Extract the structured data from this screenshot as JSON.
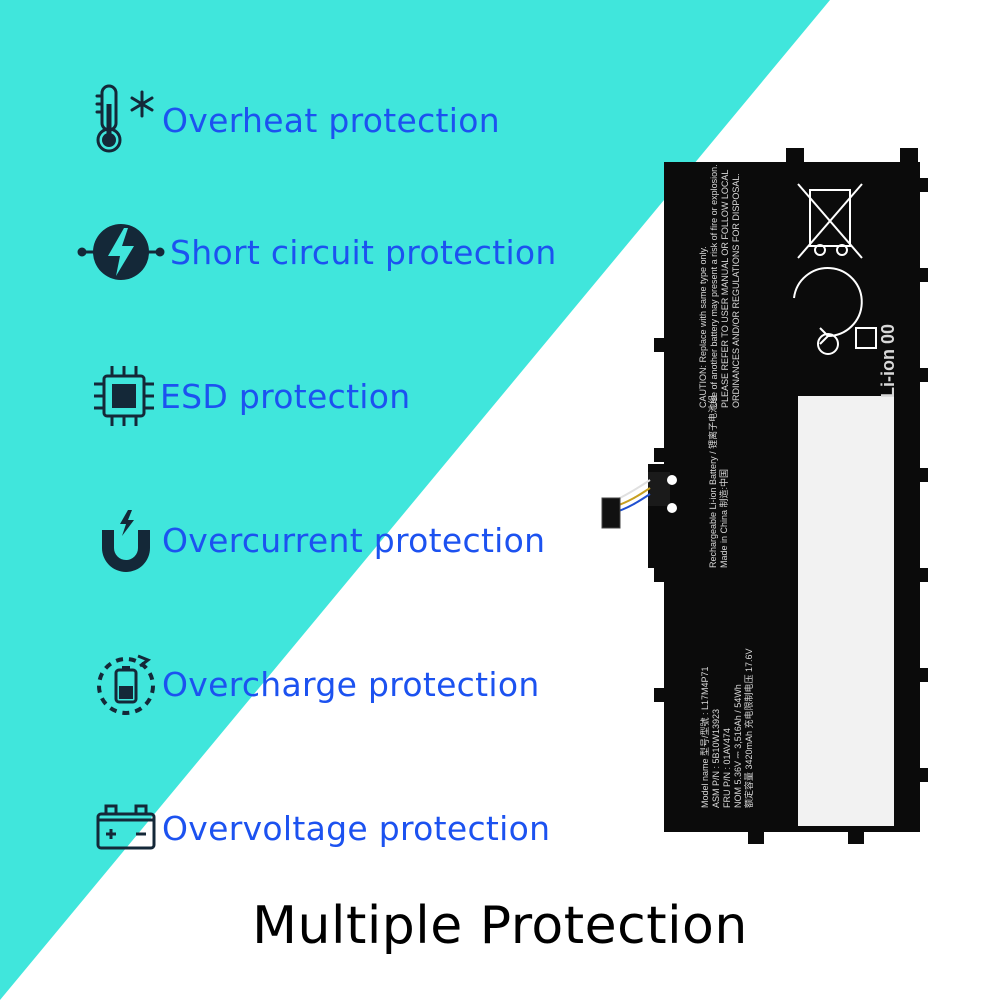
{
  "colors": {
    "teal_bg": "#40e6dc",
    "label_blue": "#1c52f0",
    "icon_dark": "#142838",
    "battery_black": "#0b0b0b"
  },
  "features": [
    {
      "icon": "thermometer-snowflake-icon",
      "label": "Overheat protection"
    },
    {
      "icon": "short-circuit-bolt-icon",
      "label": "Short circuit protection"
    },
    {
      "icon": "chip-icon",
      "label": "ESD protection"
    },
    {
      "icon": "magnet-bolt-icon",
      "label": "Overcurrent protection"
    },
    {
      "icon": "charging-battery-icon",
      "label": "Overcharge protection"
    },
    {
      "icon": "car-battery-icon",
      "label": "Overvoltage protection"
    }
  ],
  "battery": {
    "chem_label": "Li-ion 00",
    "caution_lines": [
      "CAUTION: Replace with same type only.",
      "Use of another battery may present a risk of fire or explosion.",
      "PLEASE REFER TO USER MANUAL OR FOLLOW LOCAL",
      "ORDINANCES AND/OR REGULATIONS FOR DISPOSAL."
    ],
    "model_lines": [
      "Model name 型号/型號 : L17M4P71",
      "ASM P/N : 5B10W13923",
      "FRU P/N : 01AV474",
      "NOM 5.36V ⎓ 3,516Ah / 54Wh",
      "额定容量 3420mAh 充电限制电压 17.6V"
    ],
    "rechargeable_line": "Rechargeable Li-ion Battery / 锂离子电池组",
    "made_in_line": "Made in China 制造:中国"
  },
  "title": "Multiple Protection"
}
